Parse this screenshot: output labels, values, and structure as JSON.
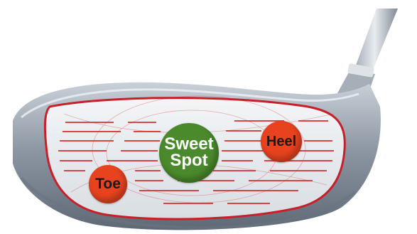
{
  "colors": {
    "toe": "#e8431f",
    "heel": "#e8431f",
    "sweet_spot": "#4a8a2c",
    "face_outline": "#c8202a",
    "head_metal": "#8f9aa6"
  },
  "labels": {
    "toe": "Toe",
    "heel": "Heel",
    "sweet_spot_line1": "Sweet",
    "sweet_spot_line2": "Spot"
  }
}
